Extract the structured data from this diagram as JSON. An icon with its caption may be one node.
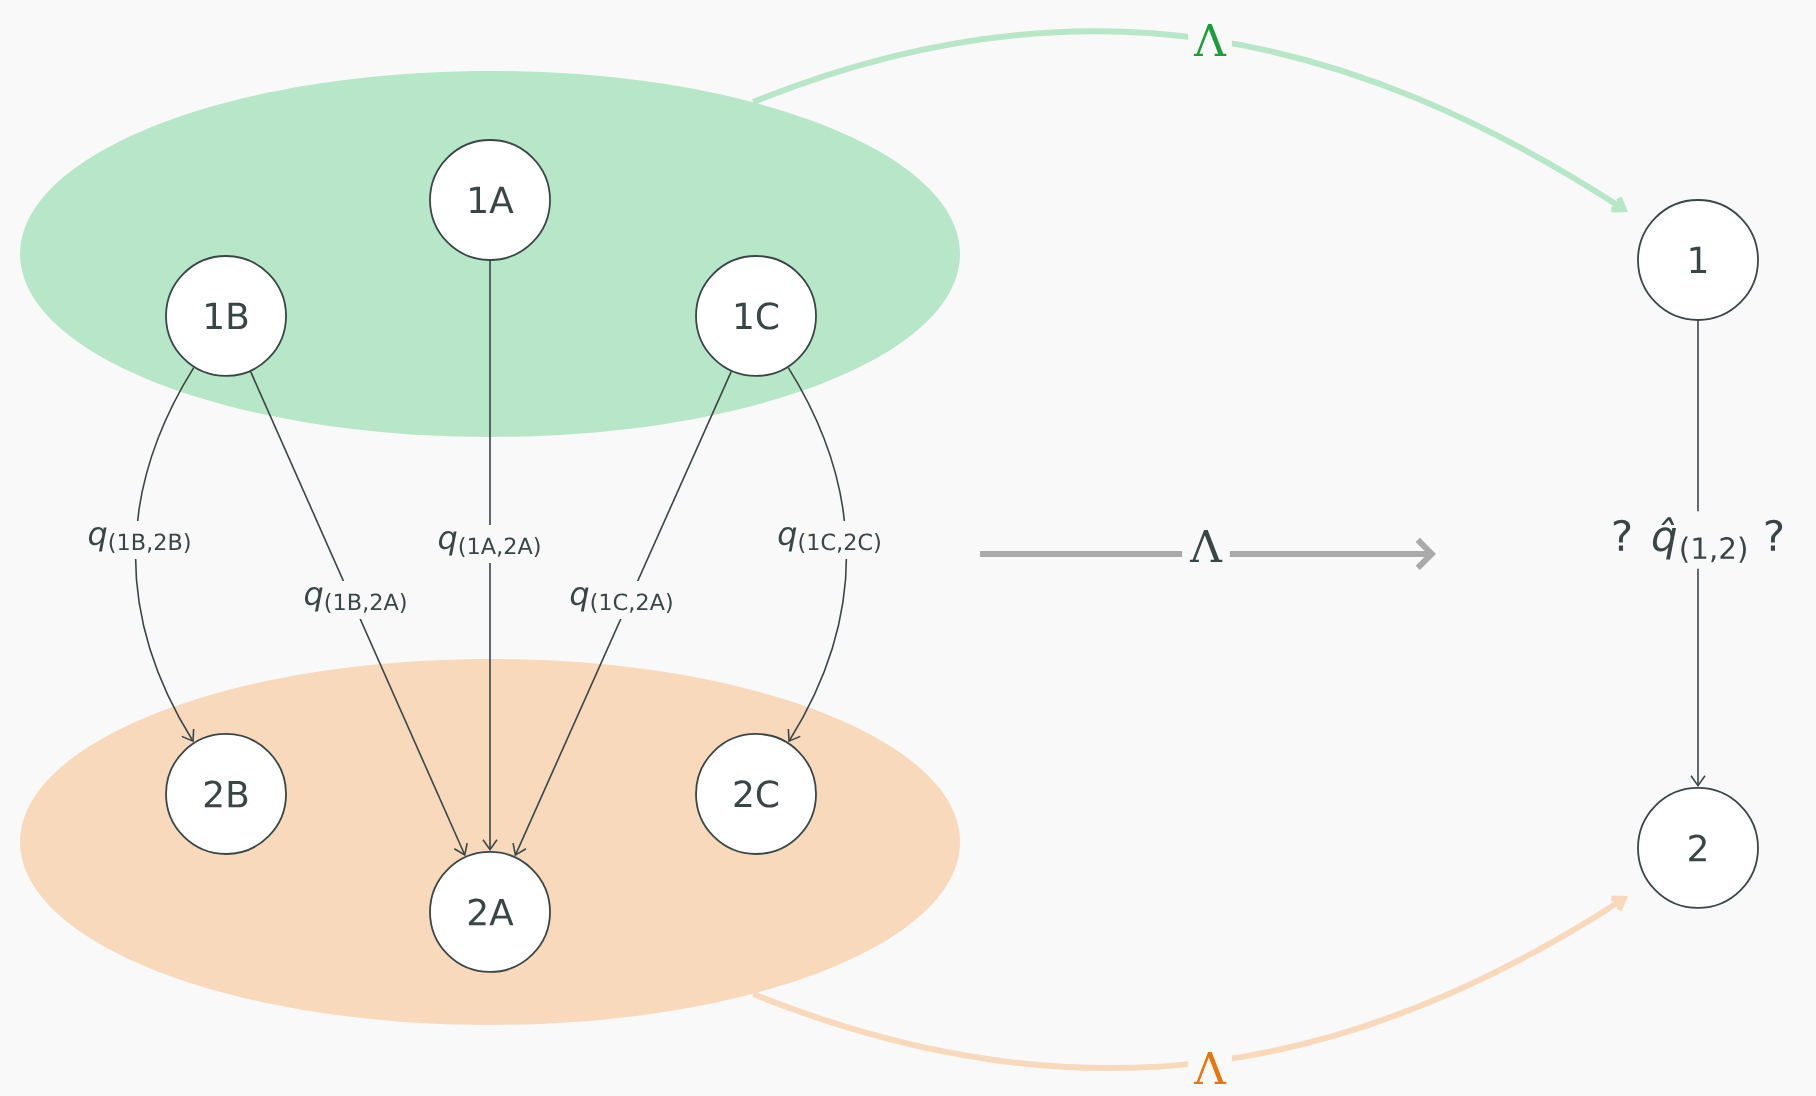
{
  "diagram": {
    "nodes": [
      {
        "text": [],
        "shape": "ellipse"
      },
      {
        "text": [
          "1A"
        ],
        "in": 0
      },
      {
        "text": [
          "1B"
        ],
        "in": 0
      },
      {
        "text": [
          "1C"
        ],
        "in": 0
      },
      {
        "text": [],
        "shape": "ellipse"
      },
      {
        "text": [
          "2B"
        ],
        "in": 4
      },
      {
        "text": [
          "2A"
        ],
        "in": 4
      },
      {
        "text": [
          "2C"
        ],
        "in": 4
      },
      {
        "text": [
          "1"
        ]
      },
      {
        "text": [
          "2"
        ]
      }
    ],
    "edges": [
      {
        "from": 2,
        "to": 5,
        "arrow": "to",
        "label": "*q*$_{(1B,2B)}$"
      },
      {
        "from": 2,
        "to": 6,
        "arrow": "to",
        "label": "*q*$_{(1B,2A)}$"
      },
      {
        "from": 1,
        "to": 6,
        "arrow": "to",
        "label": "*q*$_{(1A,2A)}$"
      },
      {
        "from": 3,
        "to": 6,
        "arrow": "to",
        "label": "*q*$_{(1C,2A)}$"
      },
      {
        "from": 3,
        "to": 7,
        "arrow": "to",
        "label": "*q*$_{(1C,2C)}$"
      },
      {
        "from": 8,
        "to": 9,
        "arrow": "to",
        "label": "? *q̂*$_{(1,2)}$ ?"
      },
      {
        "from": 0,
        "to": 8,
        "arrow": "to",
        "label": "Λ",
        "style": "thick",
        "color": "#b8e6c8"
      },
      {
        "from": 4,
        "to": 9,
        "arrow": "to",
        "label": "Λ",
        "style": "thick",
        "color": "#f8d9bc"
      }
    ],
    "labels": [
      "Λ"
    ]
  }
}
